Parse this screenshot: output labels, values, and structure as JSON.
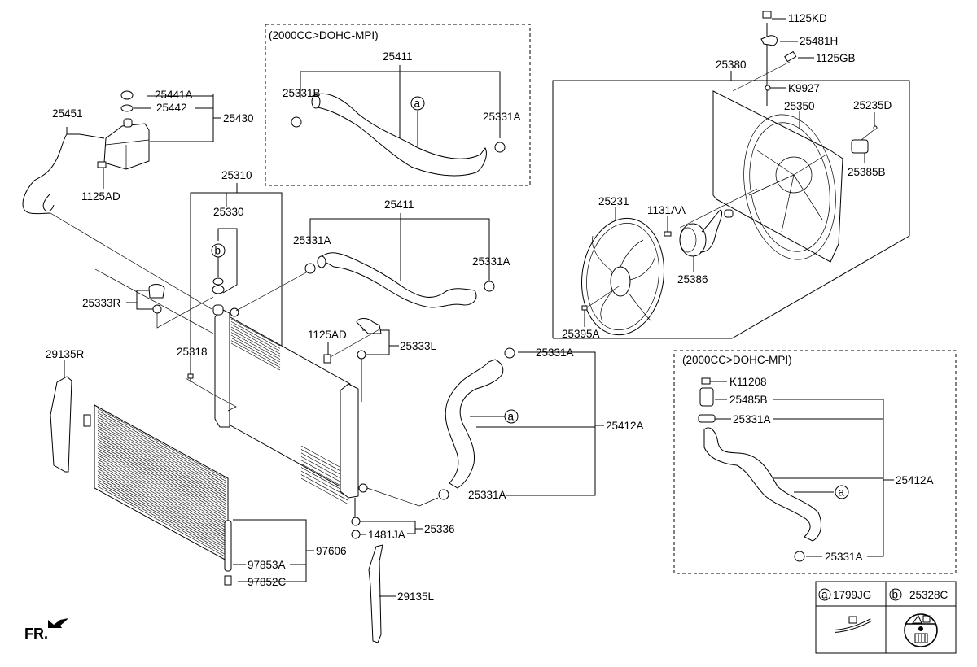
{
  "diagram": {
    "type": "exploded parts diagram",
    "subject": "radiator, cooling fan, condenser and hoses"
  },
  "variant_boxes": {
    "upper_hose": "(2000CC>DOHC-MPI)",
    "lower_hose": "(2000CC>DOHC-MPI)"
  },
  "labels": {
    "p25441A": "25441A",
    "p25442": "25442",
    "p25430": "25430",
    "p25451": "25451",
    "p1125AD_tank": "1125AD",
    "v_p25411": "25411",
    "v_p25331B": "25331B",
    "v_p25331A": "25331A",
    "p25310": "25310",
    "p25330": "25330",
    "p25411": "25411",
    "p25331A_up_left": "25331A",
    "p25331A_up_right": "25331A",
    "p25333R": "25333R",
    "p1125AD_bracket": "1125AD",
    "p25333L": "25333L",
    "p25318": "25318",
    "p29135R": "29135R",
    "p25331A_low_top": "25331A",
    "p25412A": "25412A",
    "p25331A_low_bottom": "25331A",
    "p25336": "25336",
    "p1481JA": "1481JA",
    "p97606": "97606",
    "p97853A": "97853A",
    "p97852C": "97852C",
    "p29135L": "29135L",
    "p1125KD": "1125KD",
    "p25481H": "25481H",
    "p1125GB": "1125GB",
    "p25380": "25380",
    "pK9927": "K9927",
    "p25350": "25350",
    "p25235D": "25235D",
    "p25385B": "25385B",
    "p25231": "25231",
    "p1131AA": "1131AA",
    "p25386": "25386",
    "p25395A": "25395A",
    "v2_pK11208": "K11208",
    "v2_p25485B": "25485B",
    "v2_p25331A_top": "25331A",
    "v2_p25412A": "25412A",
    "v2_p25331A_bottom": "25331A"
  },
  "callouts": {
    "a": "a",
    "b": "b"
  },
  "legend": {
    "items": [
      {
        "marker": "a",
        "part_no": "1799JG",
        "icon": "cable-tie-icon"
      },
      {
        "marker": "b",
        "part_no": "25328C",
        "icon": "caution-label-icon"
      }
    ]
  },
  "orientation": {
    "label": "FR.",
    "icon": "front-direction-arrow-icon"
  }
}
